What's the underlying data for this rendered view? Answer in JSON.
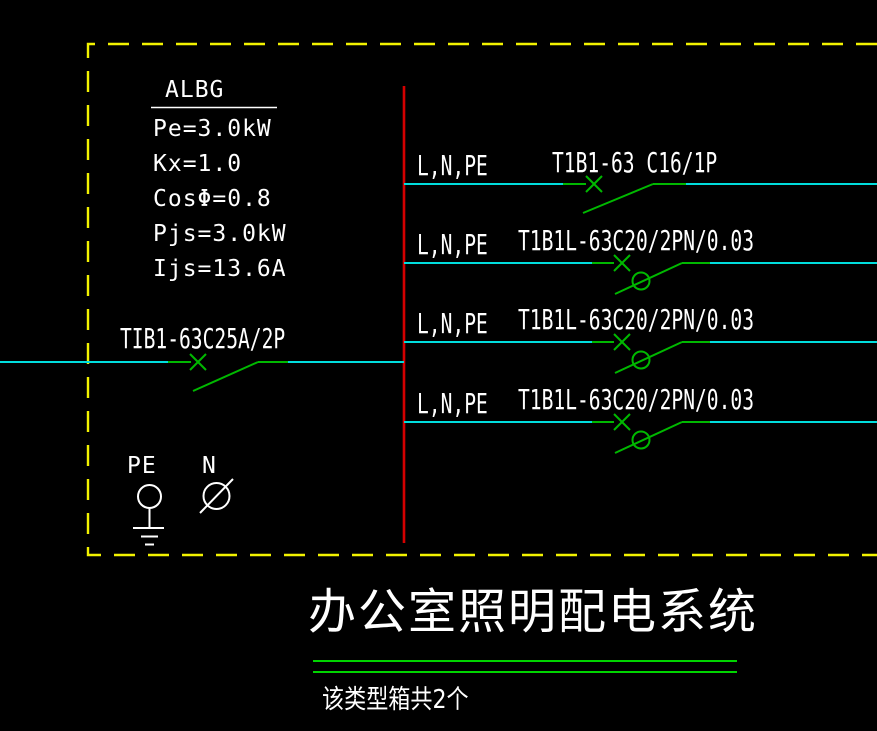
{
  "colors": {
    "background": "#000000",
    "enclosure_border": "#f2f200",
    "busbar": "#d40000",
    "wire": "#00dddd",
    "device": "#00b800",
    "title_underline": "#00d400",
    "text": "#ffffff"
  },
  "panel": {
    "name": "ALBG",
    "specs": [
      "Pe=3.0kW",
      "Kx=1.0",
      "CosΦ=0.8",
      "Pjs=3.0kW",
      "Ijs=13.6A"
    ],
    "incoming_breaker": "TIB1-63C25A/2P"
  },
  "branches": [
    {
      "wires": "L,N,PE",
      "breaker": "T1B1-63 C16/1P",
      "rcd": false
    },
    {
      "wires": "L,N,PE",
      "breaker": "T1B1L-63C20/2PN/0.03",
      "rcd": true
    },
    {
      "wires": "L,N,PE",
      "breaker": "T1B1L-63C20/2PN/0.03",
      "rcd": true
    },
    {
      "wires": "L,N,PE",
      "breaker": "T1B1L-63C20/2PN/0.03",
      "rcd": true
    }
  ],
  "earthing": {
    "pe_label": "PE",
    "neutral_label": "N"
  },
  "footer": {
    "title": "办公室照明配电系统",
    "note": "该类型箱共2个"
  }
}
